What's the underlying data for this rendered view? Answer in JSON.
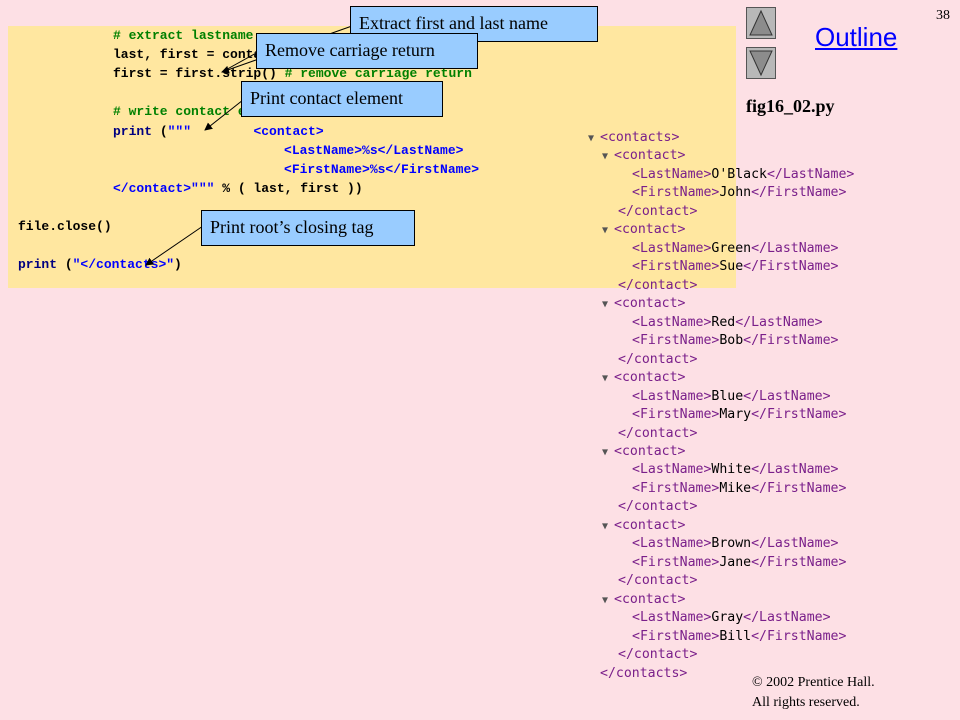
{
  "slide": {
    "page_number": "38",
    "outline_label": "Outline",
    "figure_name": "fig16_02.py"
  },
  "code_lines": [
    {
      "segments": [
        {
          "t": "# extract lastname ...",
          "c": "cm"
        }
      ]
    },
    {
      "segments": [
        {
          "t": "last, first = contact.split(\",\")",
          "c": ""
        }
      ]
    },
    {
      "segments": [
        {
          "t": "first = first.strip() ",
          "c": ""
        },
        {
          "t": "# remove carriage return",
          "c": "cm"
        }
      ]
    },
    {
      "segments": [
        {
          "t": "",
          "c": ""
        }
      ]
    },
    {
      "segments": [
        {
          "t": "# write contact element",
          "c": "cm"
        }
      ]
    },
    {
      "segments": [
        {
          "t": "print",
          "c": "kw"
        },
        {
          "t": " (",
          "c": ""
        },
        {
          "t": "\"\"\"        <contact>",
          "c": "st"
        }
      ]
    },
    {
      "segments": [
        {
          "t": "          <LastName>%s</LastName>",
          "c": "st"
        }
      ]
    },
    {
      "segments": [
        {
          "t": "          <FirstName>%s</FirstName>",
          "c": "st"
        }
      ]
    },
    {
      "segments": [
        {
          "t": "</contact>\"\"\"",
          "c": "st"
        },
        {
          "t": " % ( last, first ))",
          "c": ""
        }
      ]
    },
    {
      "segments": [
        {
          "t": "",
          "c": ""
        }
      ]
    },
    {
      "segments": [
        {
          "t": "file.close()",
          "c": ""
        }
      ]
    },
    {
      "segments": [
        {
          "t": "",
          "c": ""
        }
      ]
    },
    {
      "segments": [
        {
          "t": "print",
          "c": "kw"
        },
        {
          "t": " (",
          "c": ""
        },
        {
          "t": "\"</contacts>\"",
          "c": "st"
        },
        {
          "t": ")",
          "c": ""
        }
      ]
    }
  ],
  "callouts": {
    "extract": "Extract first and last name",
    "carriage": "Remove carriage return",
    "print_contact": "Print contact element",
    "closing_tag": "Print root’s closing tag"
  },
  "xml_output": {
    "root_tag": "contacts",
    "contacts": [
      {
        "last": "O'Black",
        "first": "John"
      },
      {
        "last": "Green",
        "first": "Sue"
      },
      {
        "last": "Red",
        "first": "Bob"
      },
      {
        "last": "Blue",
        "first": "Mary"
      },
      {
        "last": "White",
        "first": "Mike"
      },
      {
        "last": "Brown",
        "first": "Jane"
      },
      {
        "last": "Gray",
        "first": "Bill"
      }
    ]
  },
  "footer": {
    "copyright": "© 2002 Prentice Hall.",
    "rights": "All rights reserved."
  },
  "colors": {
    "background": "#fde0e5",
    "code_panel": "#ffe7a0",
    "callout": "#99ccff",
    "comment": "#008000",
    "string": "#0000ff",
    "keyword": "#000080",
    "xml_tag": "#7a1f8a"
  },
  "icons": {
    "nav_up": "triangle-up",
    "nav_down": "triangle-down",
    "expand": "disclosure-triangle"
  }
}
